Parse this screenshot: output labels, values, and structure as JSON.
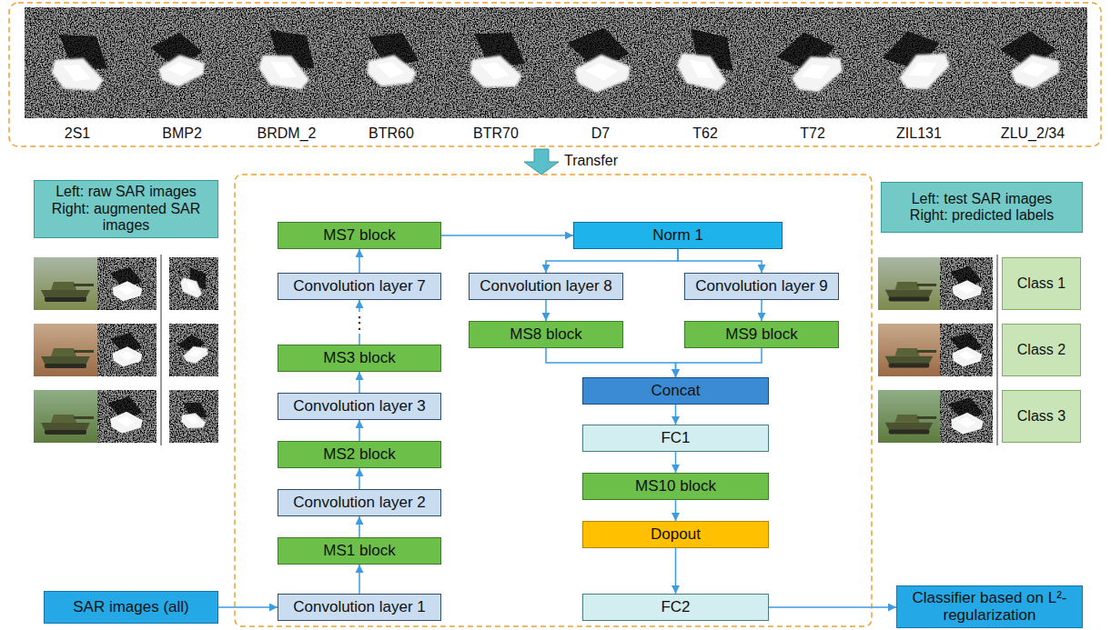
{
  "diagram": {
    "nodes": [
      {
        "text": [
          "Left: raw SAR images",
          "Right: augmented SAR images"
        ]
      },
      {
        "text": [
          "SAR images (all)"
        ]
      },
      {
        "text": [
          "Convolution layer 1"
        ]
      },
      {
        "text": [
          "MS1 block"
        ]
      },
      {
        "text": [
          "Convolution layer 2"
        ]
      },
      {
        "text": [
          "MS2 block"
        ]
      },
      {
        "text": [
          "Convolution layer 3"
        ]
      },
      {
        "text": [
          "MS3 block"
        ]
      },
      {
        "text": [
          "Convolution layer 7"
        ]
      },
      {
        "text": [
          "MS7 block"
        ]
      },
      {
        "text": [
          "Norm 1"
        ]
      },
      {
        "text": [
          "Convolution layer 8"
        ]
      },
      {
        "text": [
          "Convolution layer 9"
        ]
      },
      {
        "text": [
          "MS8 block"
        ]
      },
      {
        "text": [
          "MS9 block"
        ]
      },
      {
        "text": [
          "Concat"
        ]
      },
      {
        "text": [
          "FC1"
        ]
      },
      {
        "text": [
          "MS10 block"
        ]
      },
      {
        "text": [
          "Dopout"
        ]
      },
      {
        "text": [
          "FC2"
        ]
      },
      {
        "text": [
          "Left: test SAR images",
          "Right: predicted labels"
        ]
      },
      {
        "text": [
          "Class 1"
        ]
      },
      {
        "text": [
          "Class 2"
        ]
      },
      {
        "text": [
          "Class 3"
        ]
      },
      {
        "text": [
          "Classifier based on L²-regularization"
        ]
      }
    ],
    "edges": [
      {
        "from": 1,
        "to": 2,
        "arrow": "to"
      },
      {
        "from": 2,
        "to": 3,
        "arrow": "to"
      },
      {
        "from": 3,
        "to": 4,
        "arrow": "to"
      },
      {
        "from": 4,
        "to": 5,
        "arrow": "to"
      },
      {
        "from": 5,
        "to": 6,
        "arrow": "to"
      },
      {
        "from": 6,
        "to": 7,
        "arrow": "to"
      },
      {
        "from": 7,
        "to": 8,
        "arrow": "to"
      },
      {
        "from": 8,
        "to": 9,
        "arrow": "to"
      },
      {
        "from": 9,
        "to": 10,
        "arrow": "to"
      },
      {
        "from": 10,
        "to": 11,
        "arrow": "to"
      },
      {
        "from": 10,
        "to": 12,
        "arrow": "to"
      },
      {
        "from": 11,
        "to": 13,
        "arrow": "to"
      },
      {
        "from": 12,
        "to": 14,
        "arrow": "to"
      },
      {
        "from": 13,
        "to": 15,
        "arrow": "to"
      },
      {
        "from": 14,
        "to": 15,
        "arrow": "to"
      },
      {
        "from": 15,
        "to": 16,
        "arrow": "to"
      },
      {
        "from": 16,
        "to": 17,
        "arrow": "to"
      },
      {
        "from": 17,
        "to": 18,
        "arrow": "to"
      },
      {
        "from": 18,
        "to": 19,
        "arrow": "to"
      },
      {
        "from": 19,
        "to": 24,
        "arrow": "to"
      }
    ],
    "labels": [
      "2S1",
      "BMP2",
      "BRDM_2",
      "BTR60",
      "BTR70",
      "D7",
      "T62",
      "T72",
      "ZIL131",
      "ZLU_2/34",
      "Transfer",
      "⋮"
    ]
  }
}
